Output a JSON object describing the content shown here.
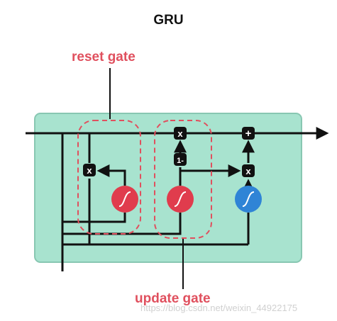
{
  "title": "GRU",
  "labels": {
    "reset_gate": "reset gate",
    "update_gate": "update gate"
  },
  "operators": {
    "multiply": "x",
    "add": "+",
    "one_minus": "1-"
  },
  "watermark": "https://blog.csdn.net/weixin_44922175",
  "colors": {
    "cell_fill": "#a8e3cf",
    "cell_border": "#88c7b2",
    "sigmoid_gate": "#e03c4d",
    "tanh_gate": "#2f84d6",
    "gate_outline": "#e0505e",
    "line": "#111111",
    "label_text": "#e0505e"
  }
}
